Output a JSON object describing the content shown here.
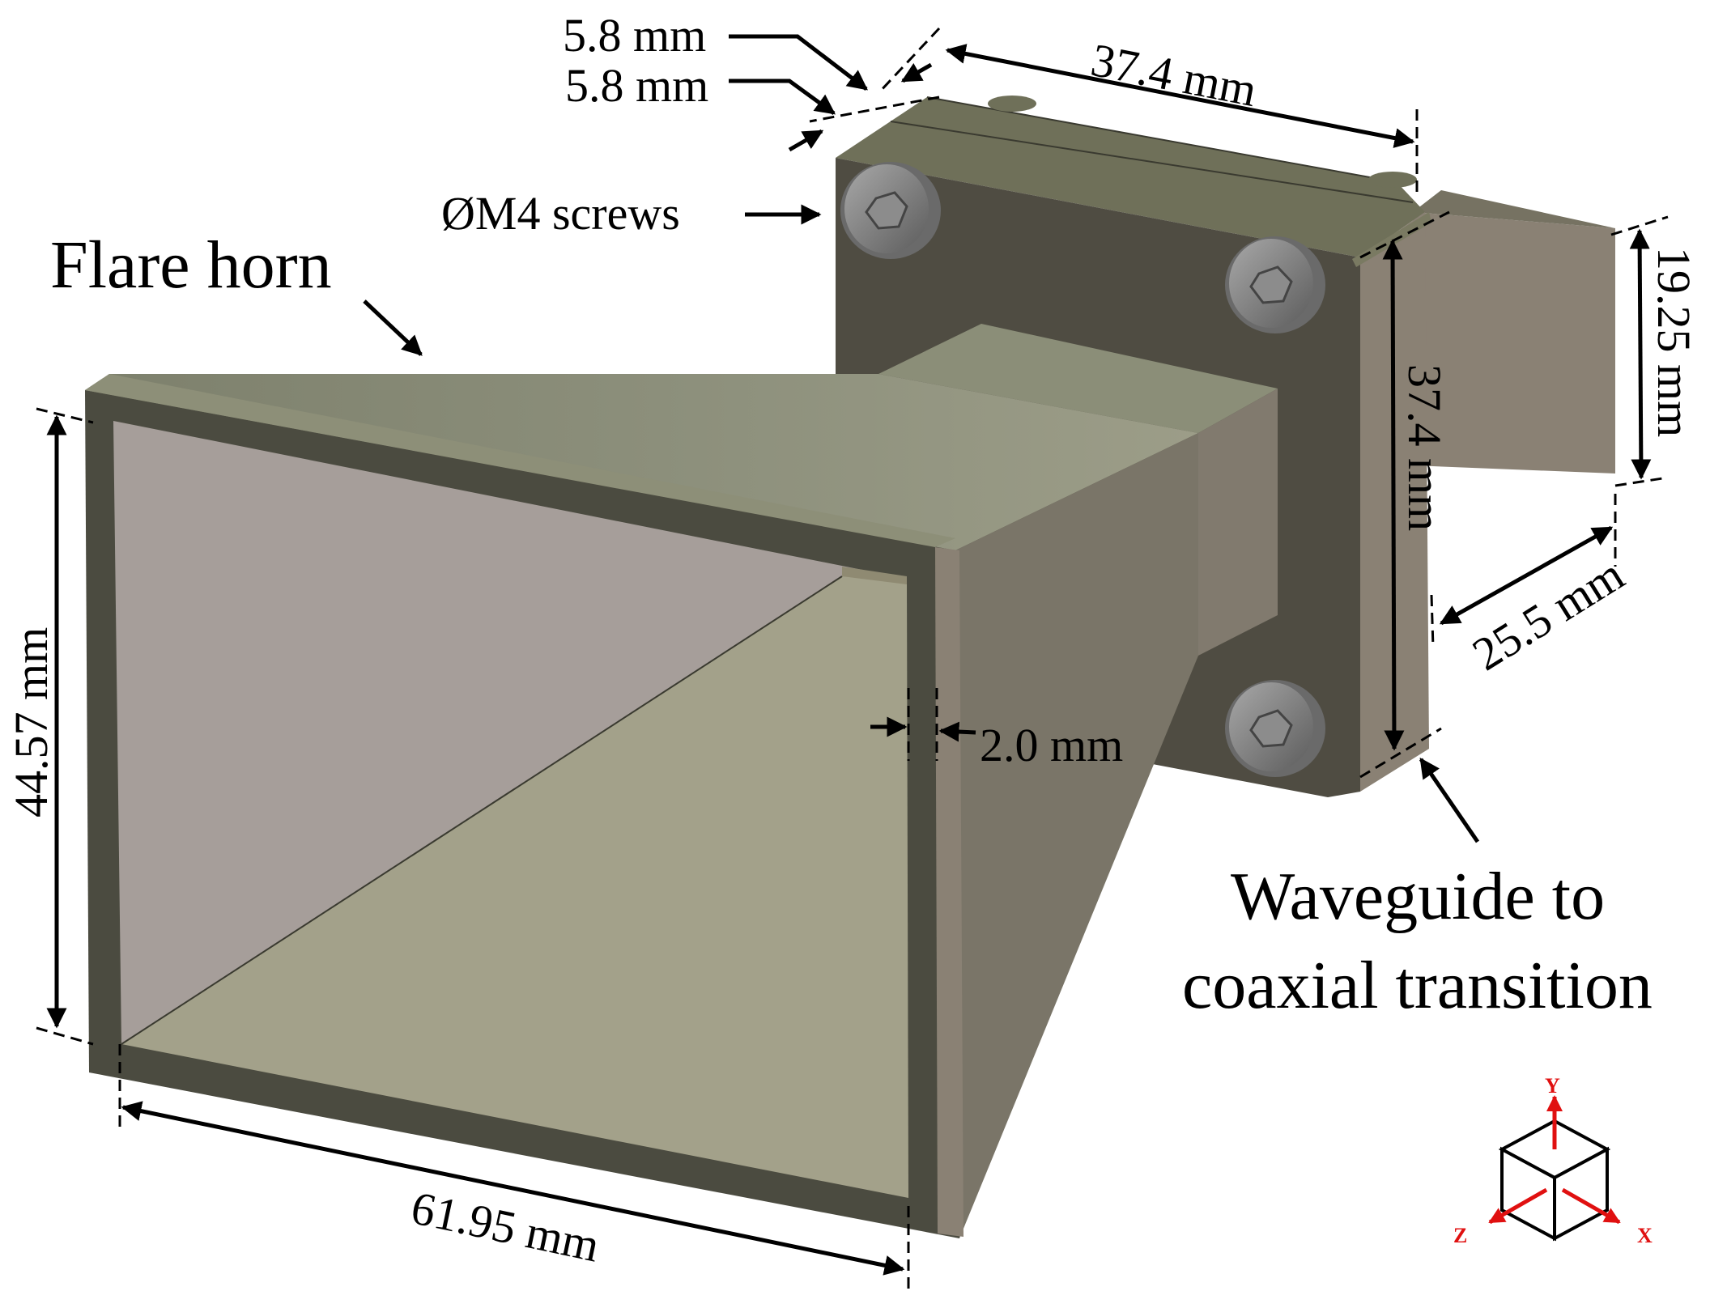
{
  "labels": {
    "flare_horn": "Flare horn",
    "screws": "ØM4 screws",
    "transition_line1": "Waveguide to",
    "transition_line2": "coaxial transition"
  },
  "dimensions": {
    "flange_thickness_1": "5.8 mm",
    "flange_thickness_2": "5.8 mm",
    "flange_width": "37.4 mm",
    "flange_height": "37.4 mm",
    "waveguide_height": "19.25 mm",
    "waveguide_length": "25.5 mm",
    "aperture_height": "44.57 mm",
    "aperture_width": "61.95 mm",
    "wall_thickness": "2.0 mm"
  },
  "axes": {
    "y": "Y",
    "z": "Z",
    "x": "X"
  },
  "colors": {
    "horn_top": "#8c8f7a",
    "horn_side": "#7a7568",
    "horn_inner_top": "#a69e9a",
    "horn_inner_bottom": "#a3a18a",
    "wall_dark": "#4b4b40",
    "flange_face": "#4f4c42",
    "flange_edge": "#6f7059",
    "waveguide_side": "#8a8174",
    "screw": "#7d7d7d",
    "axis_arrow": "#e01010"
  },
  "icons": [
    "screw-head-icon",
    "axis-triad-icon"
  ]
}
